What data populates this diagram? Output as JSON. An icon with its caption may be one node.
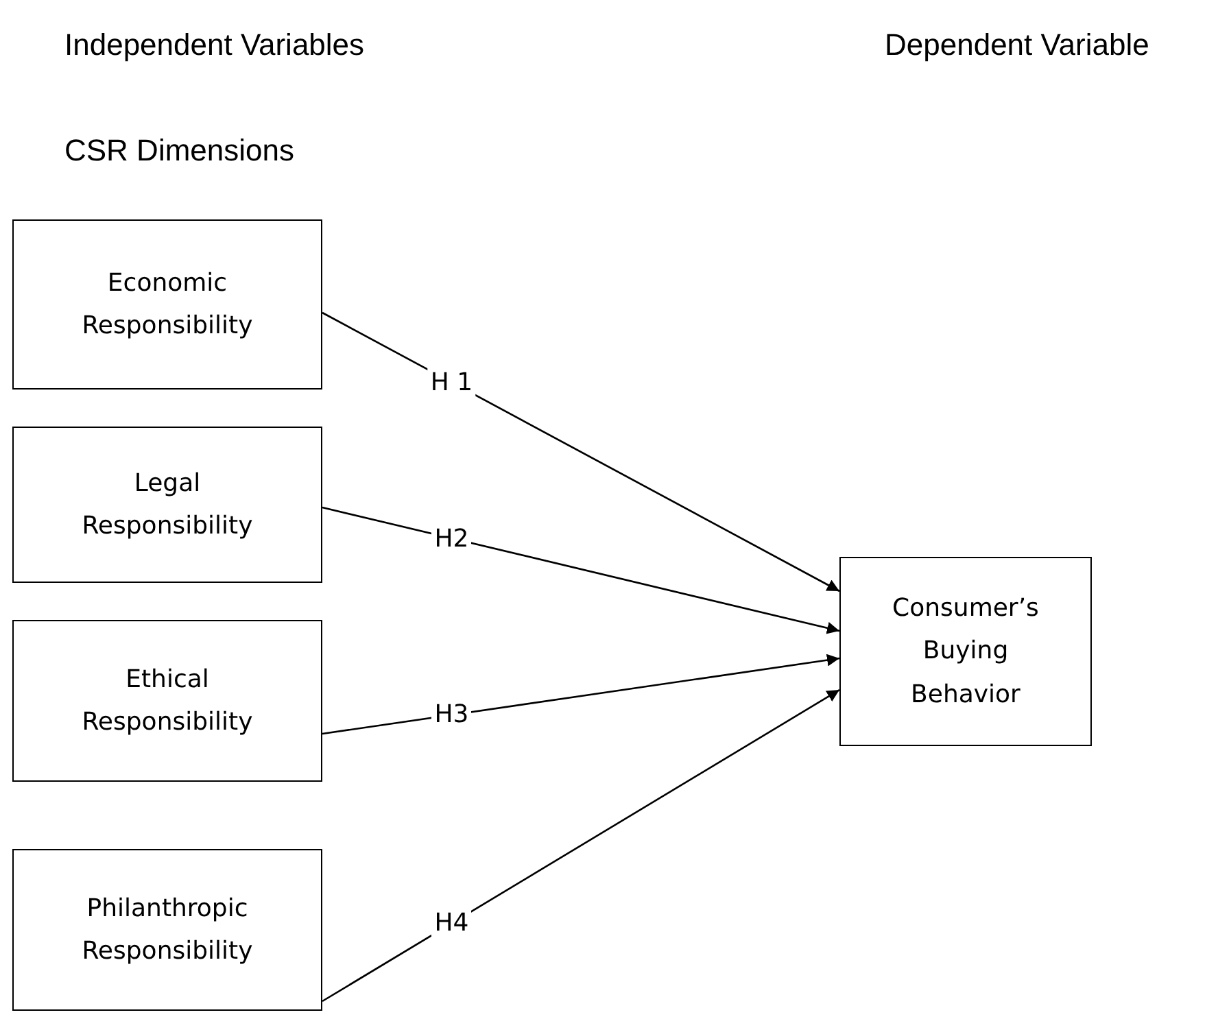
{
  "diagram": {
    "nodes": [
      {
        "text": [
          "Economic Responsibility"
        ]
      },
      {
        "text": [
          "Legal Responsibility"
        ]
      },
      {
        "text": [
          "Ethical Responsibility"
        ]
      },
      {
        "text": [
          "Philanthropic Responsibility"
        ]
      },
      {
        "text": [
          "Consumer’s Buying Behavior"
        ]
      }
    ],
    "edges": [
      {
        "from": 0,
        "to": 4,
        "arrow": "to",
        "label": "H 1"
      },
      {
        "from": 1,
        "to": 4,
        "arrow": "to",
        "label": "H2"
      },
      {
        "from": 2,
        "to": 4,
        "arrow": "to",
        "label": "H3"
      },
      {
        "from": 3,
        "to": 4,
        "arrow": "to",
        "label": "H4"
      }
    ],
    "labels": [
      "Independent Variables",
      "Dependent Variable",
      "CSR Dimensions"
    ]
  }
}
